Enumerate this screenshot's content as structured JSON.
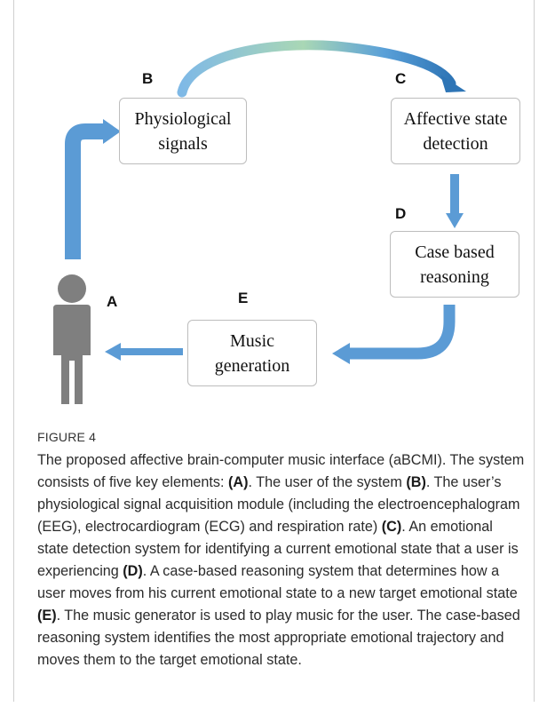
{
  "diagram": {
    "nodes": {
      "B": {
        "letter": "B",
        "label": "Physiological\nsignals"
      },
      "C": {
        "letter": "C",
        "label": "Affective state\ndetection"
      },
      "D": {
        "letter": "D",
        "label": "Case based\nreasoning"
      },
      "E": {
        "letter": "E",
        "label": "Music\ngeneration"
      },
      "A": {
        "letter": "A"
      }
    },
    "colors": {
      "arrow": "#5b9bd5",
      "arrow_dark": "#2e75b6",
      "arrow_light": "#8fc9a0",
      "person": "#7f7f7f",
      "box_border": "#bdbdbd"
    }
  },
  "figure": {
    "label": "FIGURE 4",
    "caption_parts": [
      {
        "t": "The proposed affective brain-computer music interface (aBCMI). The system consists of five key elements: "
      },
      {
        "t": "(A)",
        "b": true
      },
      {
        "t": ". The user of the system "
      },
      {
        "t": "(B)",
        "b": true
      },
      {
        "t": ". The user’s physiological signal acquisition module (including the electroencephalogram (EEG), electrocardiogram (ECG) and respiration rate) "
      },
      {
        "t": "(C)",
        "b": true
      },
      {
        "t": ". An emotional state detection system for identifying a current emotional state that a user is experiencing "
      },
      {
        "t": "(D)",
        "b": true
      },
      {
        "t": ". A case-based reasoning system that determines how a user moves from his current emotional state to a new target emotional state "
      },
      {
        "t": "(E)",
        "b": true
      },
      {
        "t": ". The music generator is used to play music for the user. The case-based reasoning system identifies the most appropriate emotional trajectory and moves them to the target emotional state."
      }
    ]
  }
}
